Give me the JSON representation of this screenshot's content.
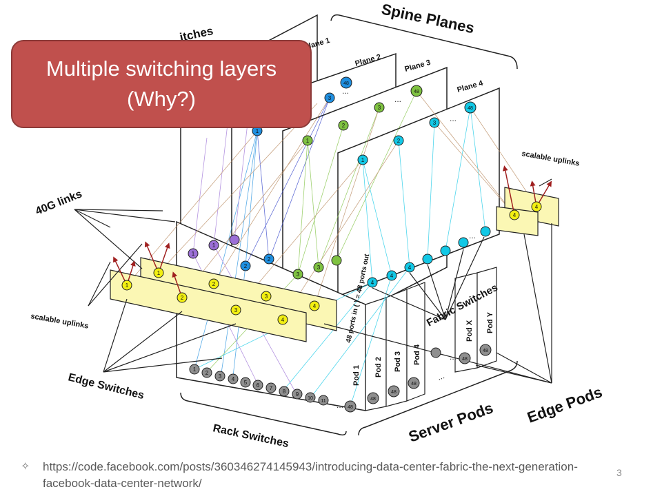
{
  "callout": {
    "line1": "Multiple switching layers",
    "line2": "(Why?)"
  },
  "labels": {
    "spine_planes": "Spine Planes",
    "spine_switches_partial": "itches",
    "plane1": "Plane 1",
    "plane2": "Plane 2",
    "plane3": "Plane 3",
    "plane4": "Plane 4",
    "links_40g": "40G links",
    "scalable_uplinks_left": "scalable uplinks",
    "scalable_uplinks_right": "scalable uplinks",
    "edge_switches": "Edge Switches",
    "rack_switches": "Rack Switches",
    "server_pods": "Server Pods",
    "edge_pods": "Edge Pods",
    "fabric_switches": "Fabric Switches",
    "ports": "48 ports in ( ) = 48 ports out",
    "pods": [
      "Pod 1",
      "Pod 2",
      "Pod 3",
      "Pod 4",
      "Pod X",
      "Pod Y"
    ],
    "ellipsis": "...",
    "num48": "48"
  },
  "rack_nodes": [
    "1",
    "2",
    "3",
    "4",
    "5",
    "6",
    "7",
    "8",
    "9",
    "10",
    "11"
  ],
  "spine_nodes": [
    "1",
    "2",
    "3"
  ],
  "fabric_nodes": [
    "1",
    "2",
    "3",
    "4"
  ],
  "edge_nodes": [
    "1",
    "2",
    "3",
    "4"
  ],
  "colors": {
    "plane1": "#9b6fd6",
    "plane2": "#1f8fe0",
    "plane3": "#7fc241",
    "plane4": "#12c8e6",
    "edge": "#f2ef12",
    "edge_panel": "#fbf7b4",
    "rack": "#8f8f8f",
    "arrow": "#a02020",
    "link_brown": "#b7875c",
    "callout": "#c0504d"
  },
  "footer": {
    "bullet": "✧",
    "url": "https://code.facebook.com/posts/360346274145943/introducing-data-center-fabric-the-next-generation-facebook-data-center-network/"
  },
  "slide_number": "3"
}
